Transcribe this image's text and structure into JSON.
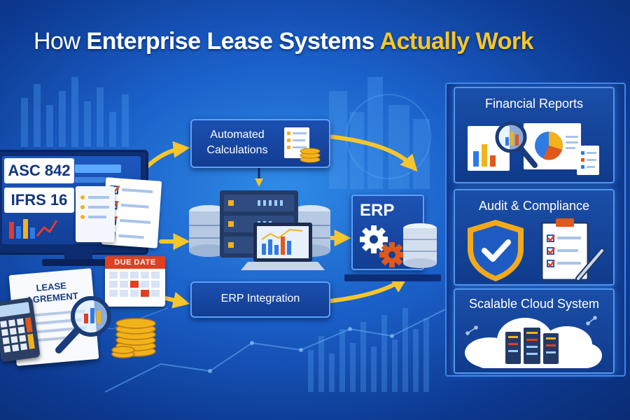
{
  "title": {
    "part1": "How ",
    "part2": "Enterprise Lease Systems ",
    "part3": "Actually Work"
  },
  "inputs": {
    "standard_1": "ASC 842",
    "standard_2": "IFRS 16",
    "lease_doc": "LEASE AGREMENT",
    "calendar": "DUE DATE"
  },
  "process": {
    "automated": "Automated Calculations",
    "erp_box": "ERP",
    "integration": "ERP Integration"
  },
  "outputs": {
    "reports": "Financial Reports",
    "audit": "Audit & Compliance",
    "cloud": "Scalable Cloud System"
  },
  "colors": {
    "accent": "#f7c52c",
    "navy": "#123e93",
    "panel_border": "#4f95f0",
    "coin": "#f2b21c",
    "gear": "#e0581a"
  }
}
